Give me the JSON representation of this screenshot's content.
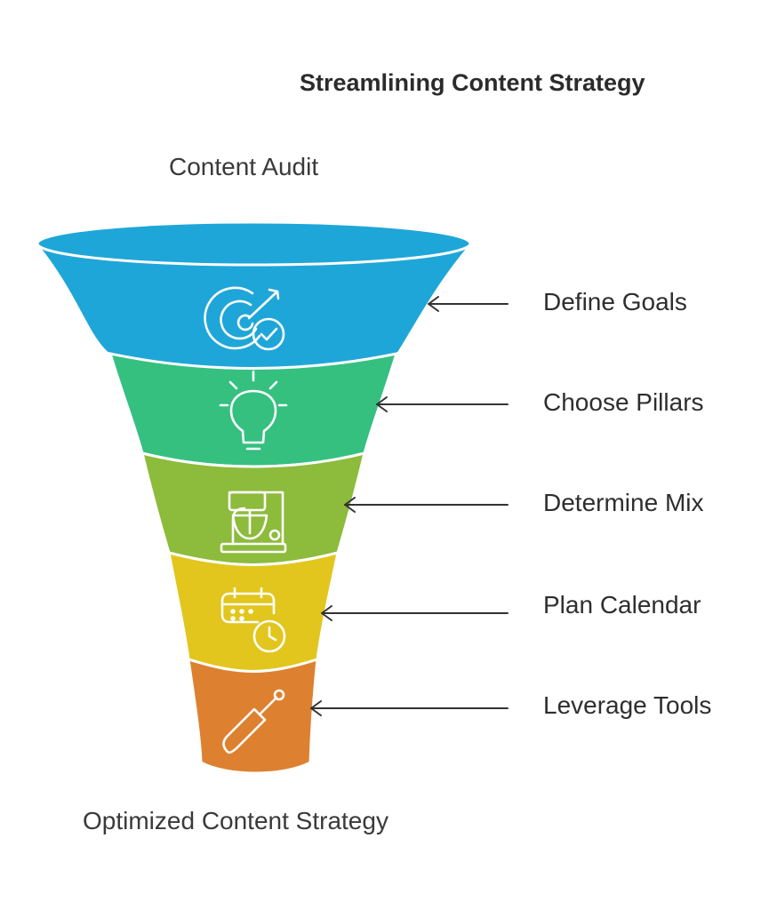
{
  "title": "Streamlining Content Strategy",
  "top_label": "Content Audit",
  "bottom_label": "Optimized Content Strategy",
  "stages": [
    {
      "label": "Define Goals",
      "icon": "target-check-icon",
      "color": "#1fa6d8"
    },
    {
      "label": "Choose Pillars",
      "icon": "lightbulb-icon",
      "color": "#35c080"
    },
    {
      "label": "Determine Mix",
      "icon": "stand-mixer-icon",
      "color": "#8dbb3c"
    },
    {
      "label": "Plan Calendar",
      "icon": "calendar-clock-icon",
      "color": "#e2c61d"
    },
    {
      "label": "Leverage Tools",
      "icon": "screwdriver-icon",
      "color": "#dd8130"
    }
  ]
}
